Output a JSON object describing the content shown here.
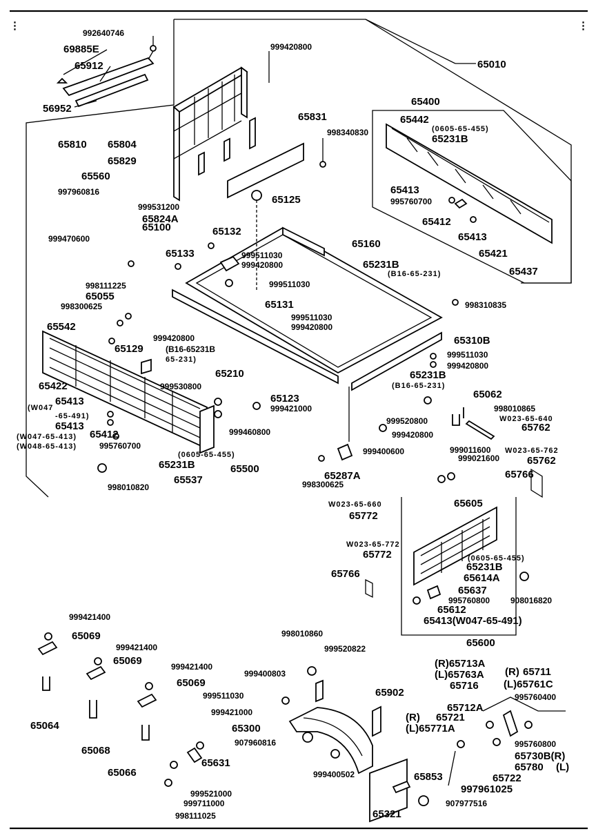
{
  "labels": [
    {
      "id": "l1",
      "text": "992640746"
    },
    {
      "id": "l2",
      "text": "69885E"
    },
    {
      "id": "l3",
      "text": "65912"
    },
    {
      "id": "l4",
      "text": "56952"
    },
    {
      "id": "l5",
      "text": "999420800"
    },
    {
      "id": "l6",
      "text": "65010"
    },
    {
      "id": "l7",
      "text": "65400"
    },
    {
      "id": "l8",
      "text": "65442"
    },
    {
      "id": "l9",
      "text": "(0605-65-455)"
    },
    {
      "id": "l10",
      "text": "65231B"
    },
    {
      "id": "l11",
      "text": "65831"
    },
    {
      "id": "l12",
      "text": "998340830"
    },
    {
      "id": "l13",
      "text": "65810"
    },
    {
      "id": "l14",
      "text": "65804"
    },
    {
      "id": "l15",
      "text": "65829"
    },
    {
      "id": "l16",
      "text": "65560"
    },
    {
      "id": "l17",
      "text": "997960816"
    },
    {
      "id": "l18",
      "text": "999531200"
    },
    {
      "id": "l19",
      "text": "65824A"
    },
    {
      "id": "l20",
      "text": "65125"
    },
    {
      "id": "l21",
      "text": "65413"
    },
    {
      "id": "l22",
      "text": "995760700"
    },
    {
      "id": "l23",
      "text": "65412"
    },
    {
      "id": "l24",
      "text": "65413"
    },
    {
      "id": "l25",
      "text": "65421"
    },
    {
      "id": "l26",
      "text": "65437"
    },
    {
      "id": "l27",
      "text": "65100"
    },
    {
      "id": "l28",
      "text": "65132"
    },
    {
      "id": "l29",
      "text": "999470600"
    },
    {
      "id": "l30",
      "text": "65133"
    },
    {
      "id": "l31",
      "text": "999511030"
    },
    {
      "id": "l32",
      "text": "999420800"
    },
    {
      "id": "l33",
      "text": "65160"
    },
    {
      "id": "l34",
      "text": "65231B"
    },
    {
      "id": "l35",
      "text": "(B16-65-231)"
    },
    {
      "id": "l36",
      "text": "999511030"
    },
    {
      "id": "l37",
      "text": "998111225"
    },
    {
      "id": "l38",
      "text": "65055"
    },
    {
      "id": "l39",
      "text": "998300625"
    },
    {
      "id": "l40",
      "text": "65131"
    },
    {
      "id": "l41",
      "text": "998310835"
    },
    {
      "id": "l42",
      "text": "999511030"
    },
    {
      "id": "l43",
      "text": "999420800"
    },
    {
      "id": "l44",
      "text": "65542"
    },
    {
      "id": "l45",
      "text": "999420800"
    },
    {
      "id": "l46",
      "text": "(B16-65231B"
    },
    {
      "id": "l47",
      "text": "65-231)"
    },
    {
      "id": "l48",
      "text": "65129"
    },
    {
      "id": "l49",
      "text": "65210"
    },
    {
      "id": "l50",
      "text": "65310B"
    },
    {
      "id": "l51",
      "text": "999511030"
    },
    {
      "id": "l52",
      "text": "999420800"
    },
    {
      "id": "l53",
      "text": "65231B"
    },
    {
      "id": "l54",
      "text": "(B16-65-231)"
    },
    {
      "id": "l55",
      "text": "65422"
    },
    {
      "id": "l56",
      "text": "999530800"
    },
    {
      "id": "l57",
      "text": "65413"
    },
    {
      "id": "l58",
      "text": "(W047"
    },
    {
      "id": "l59",
      "text": "-65-491)"
    },
    {
      "id": "l60",
      "text": "65413"
    },
    {
      "id": "l61",
      "text": "65412"
    },
    {
      "id": "l62",
      "text": "(W047-65-413)"
    },
    {
      "id": "l63",
      "text": "(W048-65-413)"
    },
    {
      "id": "l64",
      "text": "995760700"
    },
    {
      "id": "l65",
      "text": "65123"
    },
    {
      "id": "l66",
      "text": "999421000"
    },
    {
      "id": "l67",
      "text": "999460800"
    },
    {
      "id": "l68",
      "text": "65062"
    },
    {
      "id": "l69",
      "text": "998010865"
    },
    {
      "id": "l70",
      "text": "W023-65-640"
    },
    {
      "id": "l71",
      "text": "65762"
    },
    {
      "id": "l72",
      "text": "999520800"
    },
    {
      "id": "l73",
      "text": "999420800"
    },
    {
      "id": "l74",
      "text": "W023-65-762"
    },
    {
      "id": "l75",
      "text": "65762"
    },
    {
      "id": "l76",
      "text": "65231B"
    },
    {
      "id": "l77",
      "text": "(0605-65-455)"
    },
    {
      "id": "l78",
      "text": "65500"
    },
    {
      "id": "l79",
      "text": "65537"
    },
    {
      "id": "l80",
      "text": "999400600"
    },
    {
      "id": "l81",
      "text": "999011600"
    },
    {
      "id": "l82",
      "text": "999021600"
    },
    {
      "id": "l83",
      "text": "65766"
    },
    {
      "id": "l84",
      "text": "998010820"
    },
    {
      "id": "l85",
      "text": "65287A"
    },
    {
      "id": "l86",
      "text": "998300625"
    },
    {
      "id": "l87",
      "text": "W023-65-660"
    },
    {
      "id": "l88",
      "text": "65772"
    },
    {
      "id": "l89",
      "text": "65605"
    },
    {
      "id": "l90",
      "text": "W023-65-772"
    },
    {
      "id": "l91",
      "text": "65772"
    },
    {
      "id": "l92",
      "text": "(0605-65-455)"
    },
    {
      "id": "l93",
      "text": "65231B"
    },
    {
      "id": "l94",
      "text": "65766"
    },
    {
      "id": "l95",
      "text": "65614A"
    },
    {
      "id": "l96",
      "text": "65637"
    },
    {
      "id": "l97",
      "text": "995760800"
    },
    {
      "id": "l98",
      "text": "908016820"
    },
    {
      "id": "l99",
      "text": "65612"
    },
    {
      "id": "l100",
      "text": "65413(W047-65-491)"
    },
    {
      "id": "l101",
      "text": "65600"
    },
    {
      "id": "l102",
      "text": "999421400"
    },
    {
      "id": "l103",
      "text": "65069"
    },
    {
      "id": "l104",
      "text": "999421400"
    },
    {
      "id": "l105",
      "text": "65069"
    },
    {
      "id": "l106",
      "text": "998010860"
    },
    {
      "id": "l107",
      "text": "999520822"
    },
    {
      "id": "l108",
      "text": "999421400"
    },
    {
      "id": "l109",
      "text": "999400803"
    },
    {
      "id": "l110",
      "text": "65069"
    },
    {
      "id": "l111",
      "text": "(R)65713A"
    },
    {
      "id": "l112",
      "text": "(L)65763A"
    },
    {
      "id": "l113",
      "text": "(R)"
    },
    {
      "id": "l114",
      "text": "65711"
    },
    {
      "id": "l115",
      "text": "65716"
    },
    {
      "id": "l116",
      "text": "(L)65761C"
    },
    {
      "id": "l117",
      "text": "65902"
    },
    {
      "id": "l118",
      "text": "999511030"
    },
    {
      "id": "l119",
      "text": "995760400"
    },
    {
      "id": "l120",
      "text": "65064"
    },
    {
      "id": "l121",
      "text": "999421000"
    },
    {
      "id": "l122",
      "text": "65712A"
    },
    {
      "id": "l123",
      "text": "(R)"
    },
    {
      "id": "l124",
      "text": "65721"
    },
    {
      "id": "l125",
      "text": "(L)65771A"
    },
    {
      "id": "l126",
      "text": "65300"
    },
    {
      "id": "l127",
      "text": "907960816"
    },
    {
      "id": "l128",
      "text": "65068"
    },
    {
      "id": "l129",
      "text": "995760800"
    },
    {
      "id": "l130",
      "text": "65730B(R)"
    },
    {
      "id": "l131",
      "text": "65780"
    },
    {
      "id": "l132",
      "text": "(L)"
    },
    {
      "id": "l133",
      "text": "65631"
    },
    {
      "id": "l134",
      "text": "65066"
    },
    {
      "id": "l135",
      "text": "999400502"
    },
    {
      "id": "l136",
      "text": "65722"
    },
    {
      "id": "l137",
      "text": "999521000"
    },
    {
      "id": "l138",
      "text": "65853"
    },
    {
      "id": "l139",
      "text": "999711000"
    },
    {
      "id": "l140",
      "text": "997961025"
    },
    {
      "id": "l141",
      "text": "998111025"
    },
    {
      "id": "l142",
      "text": "907977516"
    },
    {
      "id": "l143",
      "text": "65321"
    }
  ]
}
